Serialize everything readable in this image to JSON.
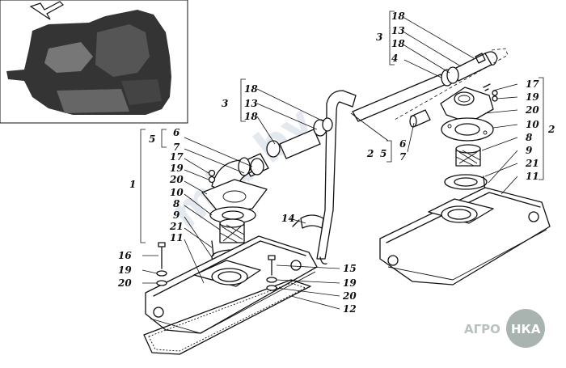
{
  "watermark": "mia.by",
  "logo": {
    "text_left": "АГРО",
    "text_right": "НКА",
    "circle_color": "#9aa7a3"
  },
  "labels": {
    "l1": "1",
    "l2": "2",
    "l3a": "3",
    "l3b": "3",
    "l5a": "5",
    "l5b": "5",
    "r18a": "18",
    "r13a": "13",
    "r18b": "18",
    "r4": "4",
    "m18a": "18",
    "m13": "13",
    "m18b": "18",
    "r6": "6",
    "r7": "7",
    "r17": "17",
    "r19": "19",
    "r20": "20",
    "r10": "10",
    "r8": "8",
    "r9": "9",
    "r21": "21",
    "r11": "11",
    "l6": "6",
    "l7": "7",
    "l17": "17",
    "l19": "19",
    "l20": "20",
    "l10": "10",
    "l8": "8",
    "l9": "9",
    "l21": "21",
    "l11": "11",
    "l16": "16",
    "l19b": "19",
    "l20b": "20",
    "c14": "14",
    "c15": "15",
    "c19": "19",
    "c20": "20",
    "c12": "12"
  }
}
